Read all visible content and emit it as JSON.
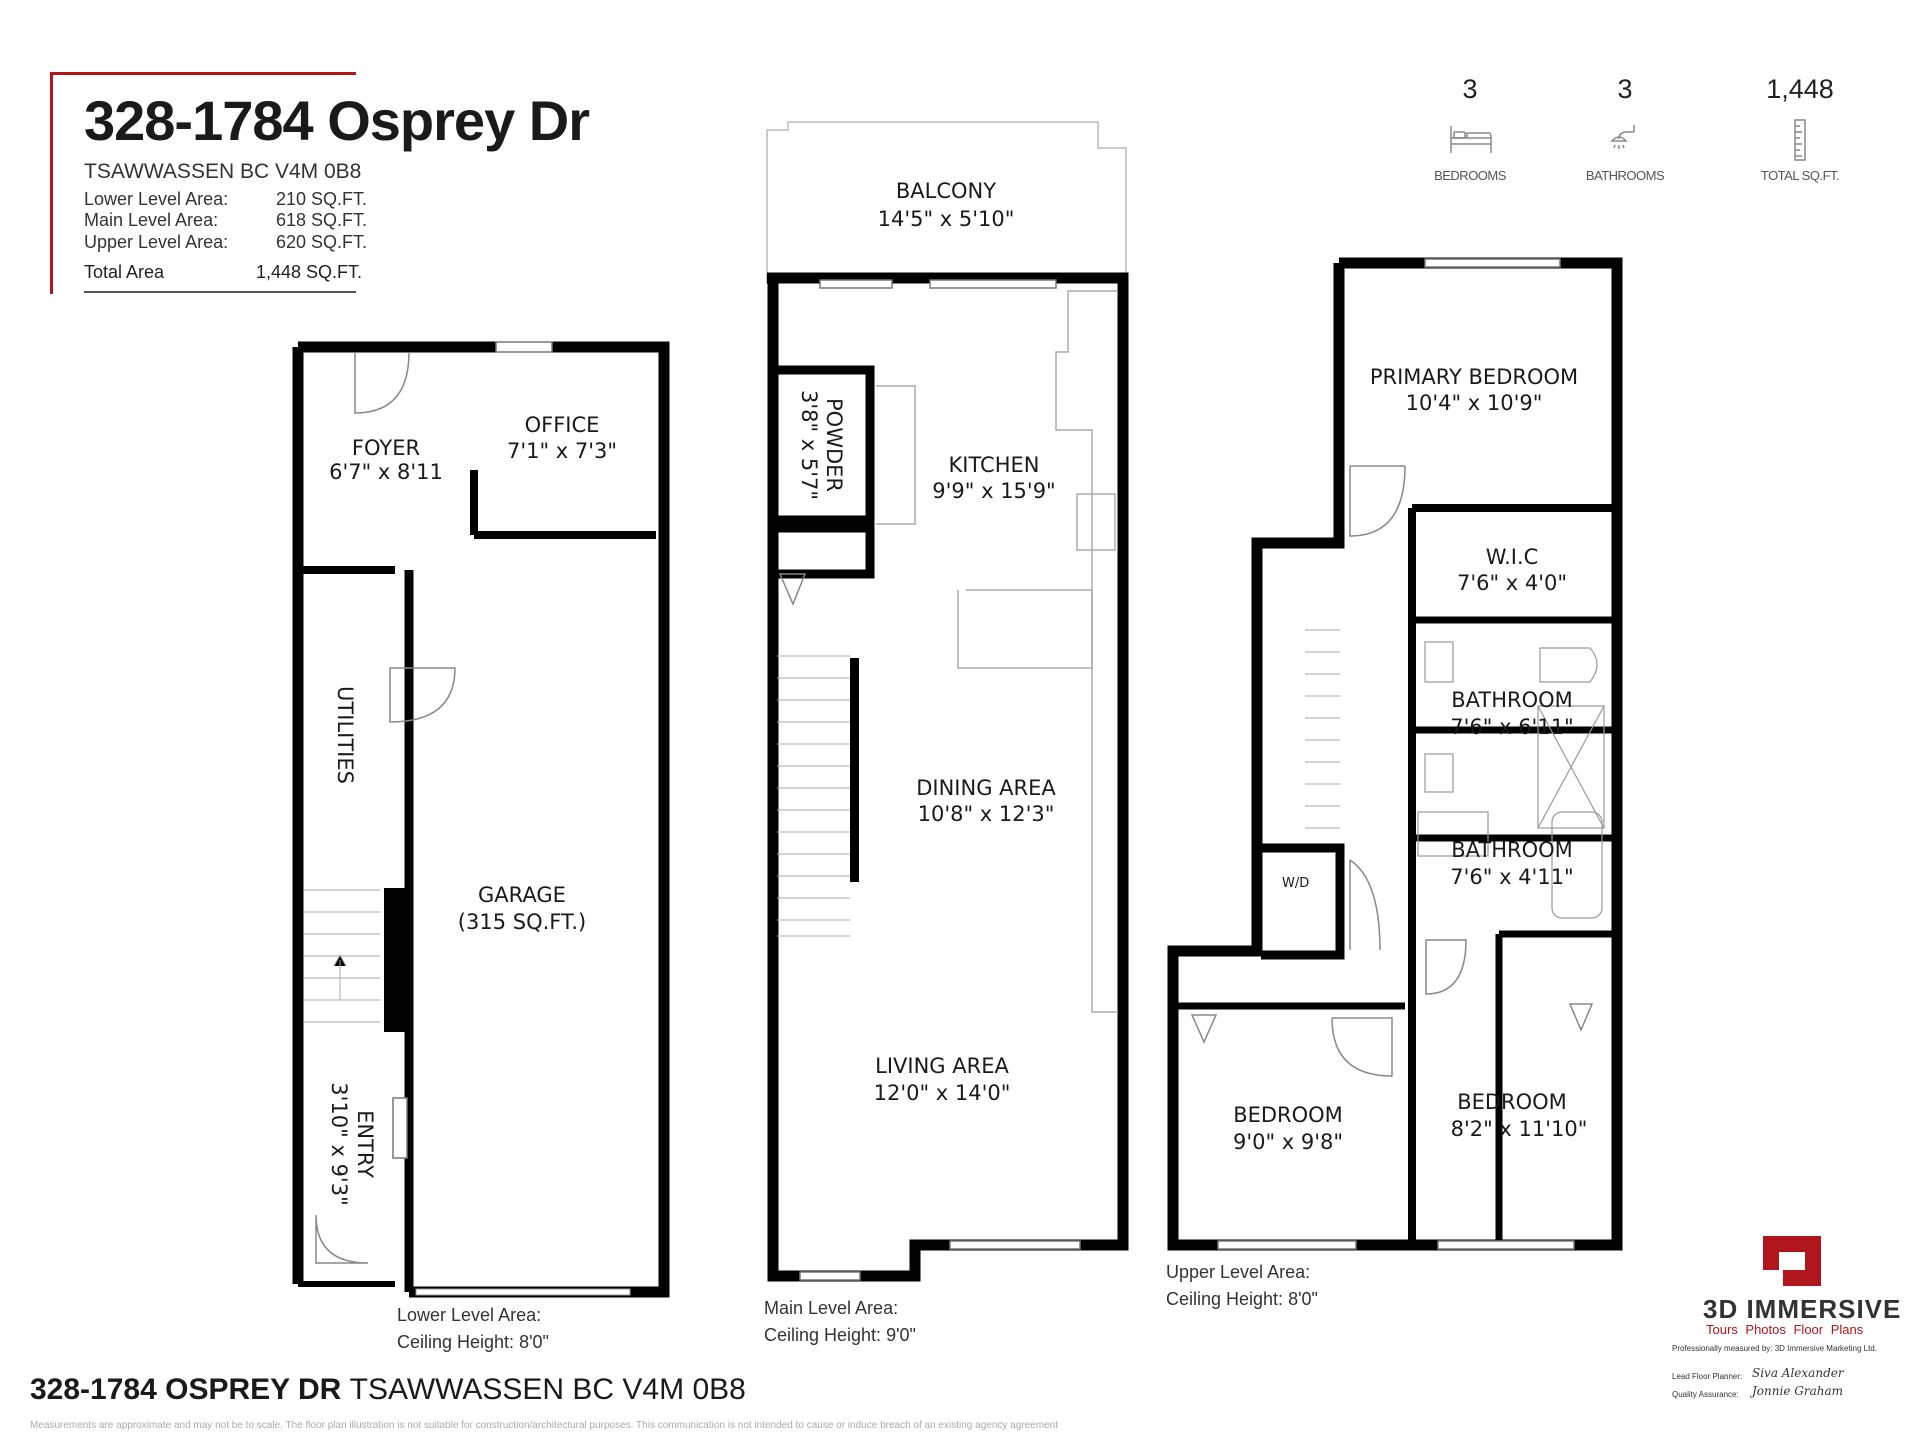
{
  "header": {
    "address": "328-1784 Osprey Dr",
    "city_line": "TSAWWASSEN BC V4M 0B8",
    "areas": [
      {
        "label": "Lower Level Area:",
        "value": "210 SQ.FT."
      },
      {
        "label": "Main Level Area:",
        "value": "618 SQ.FT."
      },
      {
        "label": "Upper Level Area:",
        "value": "620 SQ.FT."
      }
    ],
    "total": {
      "label": "Total Area",
      "value": "1,448 SQ.FT."
    }
  },
  "stats": [
    {
      "value": "3",
      "label": "BEDROOMS",
      "icon": "bed-icon"
    },
    {
      "value": "3",
      "label": "BATHROOMS",
      "icon": "shower-icon"
    },
    {
      "value": "1,448",
      "label": "TOTAL SQ.FT.",
      "icon": "ruler-icon"
    }
  ],
  "rooms": {
    "foyer": {
      "name": "FOYER",
      "dims": "6'7\" x 8'11"
    },
    "office": {
      "name": "OFFICE",
      "dims": "7'1\" x 7'3\""
    },
    "utilities": {
      "name": "UTILITIES"
    },
    "garage": {
      "name": "GARAGE",
      "dims": "(315 SQ.FT.)"
    },
    "entry": {
      "name": "ENTRY",
      "dims": "3'10\" x 9'3\""
    },
    "balcony": {
      "name": "BALCONY",
      "dims": "14'5\" x 5'10\""
    },
    "powder": {
      "name": "POWDER",
      "dims": "3'8\" x 5'7\""
    },
    "kitchen": {
      "name": "KITCHEN",
      "dims": "9'9\" x 15'9\""
    },
    "dining": {
      "name": "DINING AREA",
      "dims": "10'8\" x 12'3\""
    },
    "living": {
      "name": "LIVING AREA",
      "dims": "12'0\" x 14'0\""
    },
    "primary": {
      "name": "PRIMARY BEDROOM",
      "dims": "10'4\" x 10'9\""
    },
    "wic": {
      "name": "W.I.C",
      "dims": "7'6\" x 4'0\""
    },
    "bath1": {
      "name": "BATHROOM",
      "dims": "7'6\" x 6'11\""
    },
    "bath2": {
      "name": "BATHROOM",
      "dims": "7'6\" x 4'11\""
    },
    "wd": {
      "name": "W/D"
    },
    "bed2": {
      "name": "BEDROOM",
      "dims": "9'0\" x 9'8\""
    },
    "bed3": {
      "name": "BEDROOM",
      "dims": "8'2\" x 11'10\""
    }
  },
  "levels": {
    "lower": {
      "area": "Lower Level Area:",
      "ceiling": "Ceiling Height: 8'0\""
    },
    "main": {
      "area": "Main Level Area:",
      "ceiling": "Ceiling Height: 9'0\""
    },
    "upper": {
      "area": "Upper Level Area:",
      "ceiling": "Ceiling Height: 8'0\""
    }
  },
  "footer": {
    "address_bold": "328-1784 OSPREY DR",
    "address_rest": "TSAWWASSEN BC V4M 0B8",
    "disclaimer": "Measurements are approximate and may not be to scale. The floor plan illustration is not suitable for construction/architectural purposes. This communication is not intended to cause or induce breach of an existing agency agreement"
  },
  "brand": {
    "name": "3D IMMERSIVE",
    "tagline": "Tours Photos Floor Plans",
    "measured_by": "Professionally measured by: 3D Immersive Marketing Ltd.",
    "lead_label": "Lead Floor Planner:",
    "lead_sig": "Siva Alexander",
    "qa_label": "Quality Assurance:",
    "qa_sig": "Jonnie Graham",
    "accent": "#b0161b"
  }
}
